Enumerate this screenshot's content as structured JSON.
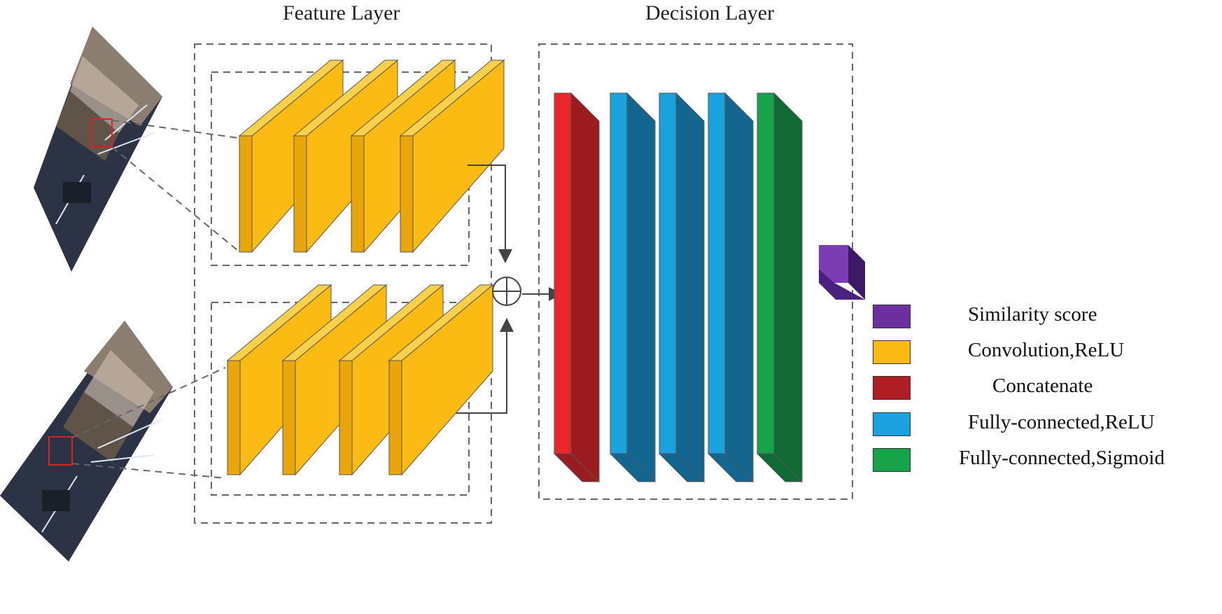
{
  "titles": {
    "feature_layer": "Feature Layer",
    "decision_layer": "Decision Layer"
  },
  "legend": [
    {
      "label": "Similarity score",
      "color": "#6b2fa0"
    },
    {
      "label": "Convolution,ReLU",
      "color": "#fbbb12"
    },
    {
      "label": "Concatenate",
      "color": "#b01e25"
    },
    {
      "label": "Fully-connected,ReLU",
      "color": "#1aa2de"
    },
    {
      "label": "Fully-connected,Sigmoid",
      "color": "#17a34a"
    }
  ],
  "colors": {
    "conv_front": "#fbbb12",
    "conv_side": "#e9a60a",
    "concat_front": "#e8262c",
    "concat_side": "#9a1b20",
    "fc_relu_front": "#1aa2de",
    "fc_relu_side": "#13668f",
    "fc_sigmoid_front": "#17a34a",
    "fc_sigmoid_side": "#0f6b33",
    "score_front": "#7a3db3",
    "score_side": "#3d1a66",
    "dashed": "#666666",
    "road": "#2b3344",
    "building": "#8b7d70",
    "crop_box": "#e02020"
  }
}
